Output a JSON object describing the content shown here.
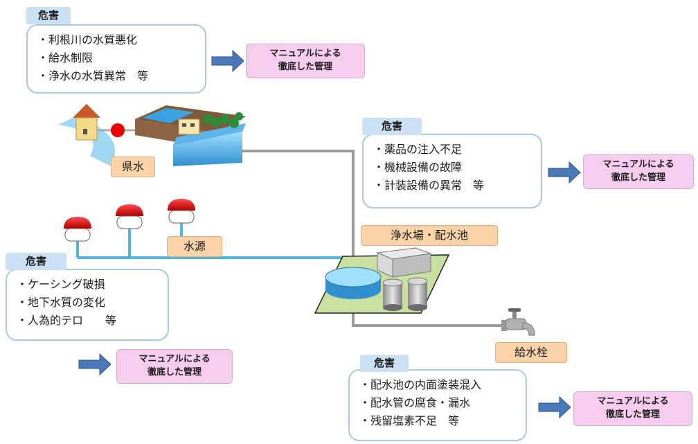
{
  "colors": {
    "hazard_tag": "#cce0f4",
    "hazard_border": "#a8c8e8",
    "manual_box": "#f7cdee",
    "facility_label": "#fbd3a8",
    "arrow": "#4a78b8",
    "source_pipe": "#4fb6e0",
    "supply_pipe": "#9a9a9a"
  },
  "hazards": {
    "prefecture": {
      "tag": "危害",
      "items": [
        "・利根川の水質悪化",
        "・給水制限",
        "・浄水の水質異常　等"
      ],
      "manual": [
        "マニュアルによる",
        "徹底した管理"
      ]
    },
    "plant": {
      "tag": "危害",
      "items": [
        "・薬品の注入不足",
        "・機械設備の故障",
        "・計装設備の異常　等"
      ],
      "manual": [
        "マニュアルによる",
        "徹底した管理"
      ]
    },
    "source": {
      "tag": "危害",
      "items": [
        "・ケーシング破損",
        "・地下水質の変化",
        "・人為的テロ　　等"
      ],
      "manual": [
        "マニュアルによる",
        "徹底した管理"
      ]
    },
    "distribution": {
      "tag": "危害",
      "items": [
        "・配水池の内面塗装混入",
        "・配水管の腐食・漏水",
        "・残留塩素不足　等"
      ],
      "manual": [
        "マニュアルによる",
        "徹底した管理"
      ]
    }
  },
  "labels": {
    "prefectural_water": "県水",
    "water_source": "水源",
    "plant": "浄水場・配水池",
    "tap": "給水栓"
  },
  "icons": [
    "water-tower-icon",
    "treatment-plant-icon",
    "well-icon",
    "reservoir-icon",
    "tank-icon",
    "building-icon",
    "faucet-icon",
    "right-arrow-icon"
  ]
}
